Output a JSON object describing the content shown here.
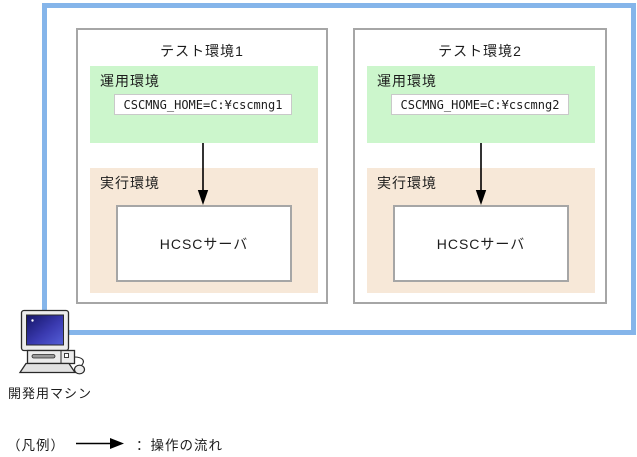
{
  "diagram": {
    "environments": [
      {
        "title": "テスト環境1",
        "operation": {
          "label": "運用環境",
          "setting": "CSCMNG_HOME=C:¥cscmng1"
        },
        "execution": {
          "label": "実行環境",
          "server": "HCSCサーバ"
        }
      },
      {
        "title": "テスト環境2",
        "operation": {
          "label": "運用環境",
          "setting": "CSCMNG_HOME=C:¥cscmng2"
        },
        "execution": {
          "label": "実行環境",
          "server": "HCSCサーバ"
        }
      }
    ],
    "machine": {
      "label": "開発用マシン"
    },
    "legend": {
      "prefix": "（凡例）",
      "arrow_meaning": "：操作の流れ"
    },
    "colors": {
      "frame_blue": "#85b5ea",
      "operation_bg": "#ccf6cc",
      "execution_bg": "#f7e8d8",
      "box_border_gray": "#a6a6a6",
      "arrow_black": "#000000"
    }
  }
}
